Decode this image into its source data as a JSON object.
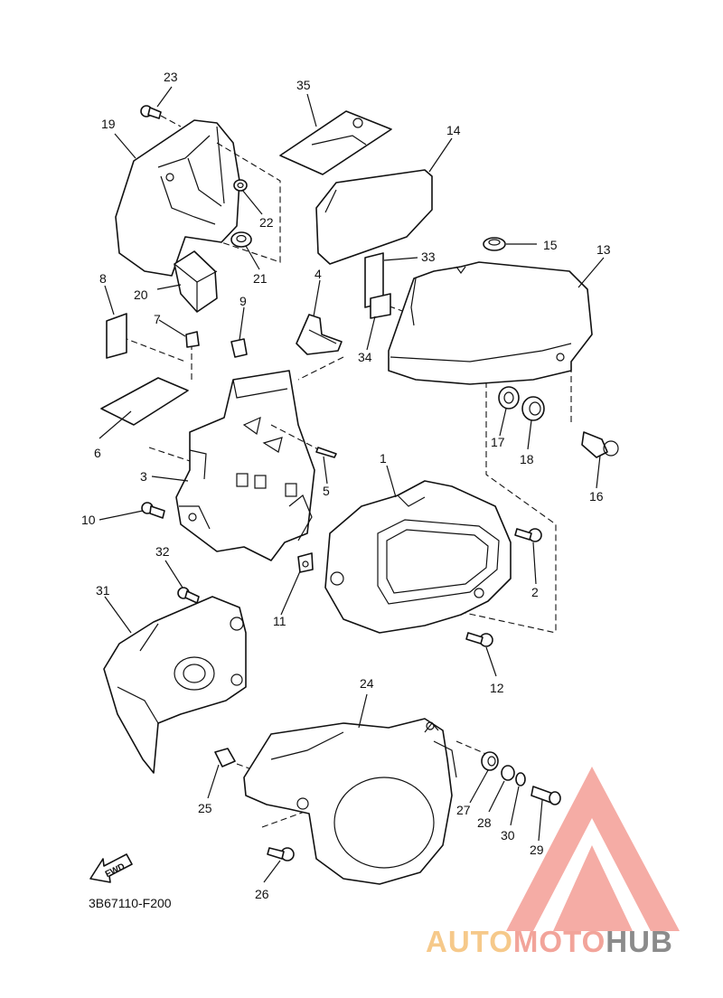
{
  "diagram_code": "3B67110-F200",
  "fwd_label": "FWD",
  "watermark": {
    "parts": [
      "AUTO",
      "MOTO",
      "HUB"
    ],
    "colors": {
      "auto": "#f6c98a",
      "moto": "#f2a49a",
      "hub": "#8b8b8b",
      "triangle": "#f4a39b"
    }
  },
  "part_numbers": {
    "n1": "1",
    "n2": "2",
    "n3": "3",
    "n4": "4",
    "n5": "5",
    "n6": "6",
    "n7": "7",
    "n8": "8",
    "n9": "9",
    "n10": "10",
    "n11": "11",
    "n12": "12",
    "n13": "13",
    "n14": "14",
    "n15": "15",
    "n16": "16",
    "n17": "17",
    "n18": "18",
    "n19": "19",
    "n20": "20",
    "n21": "21",
    "n22": "22",
    "n23": "23",
    "n24": "24",
    "n25": "25",
    "n26": "26",
    "n27": "27",
    "n28": "28",
    "n29": "29",
    "n30": "30",
    "n31": "31",
    "n32": "32",
    "n33": "33",
    "n34": "34",
    "n35": "35"
  }
}
